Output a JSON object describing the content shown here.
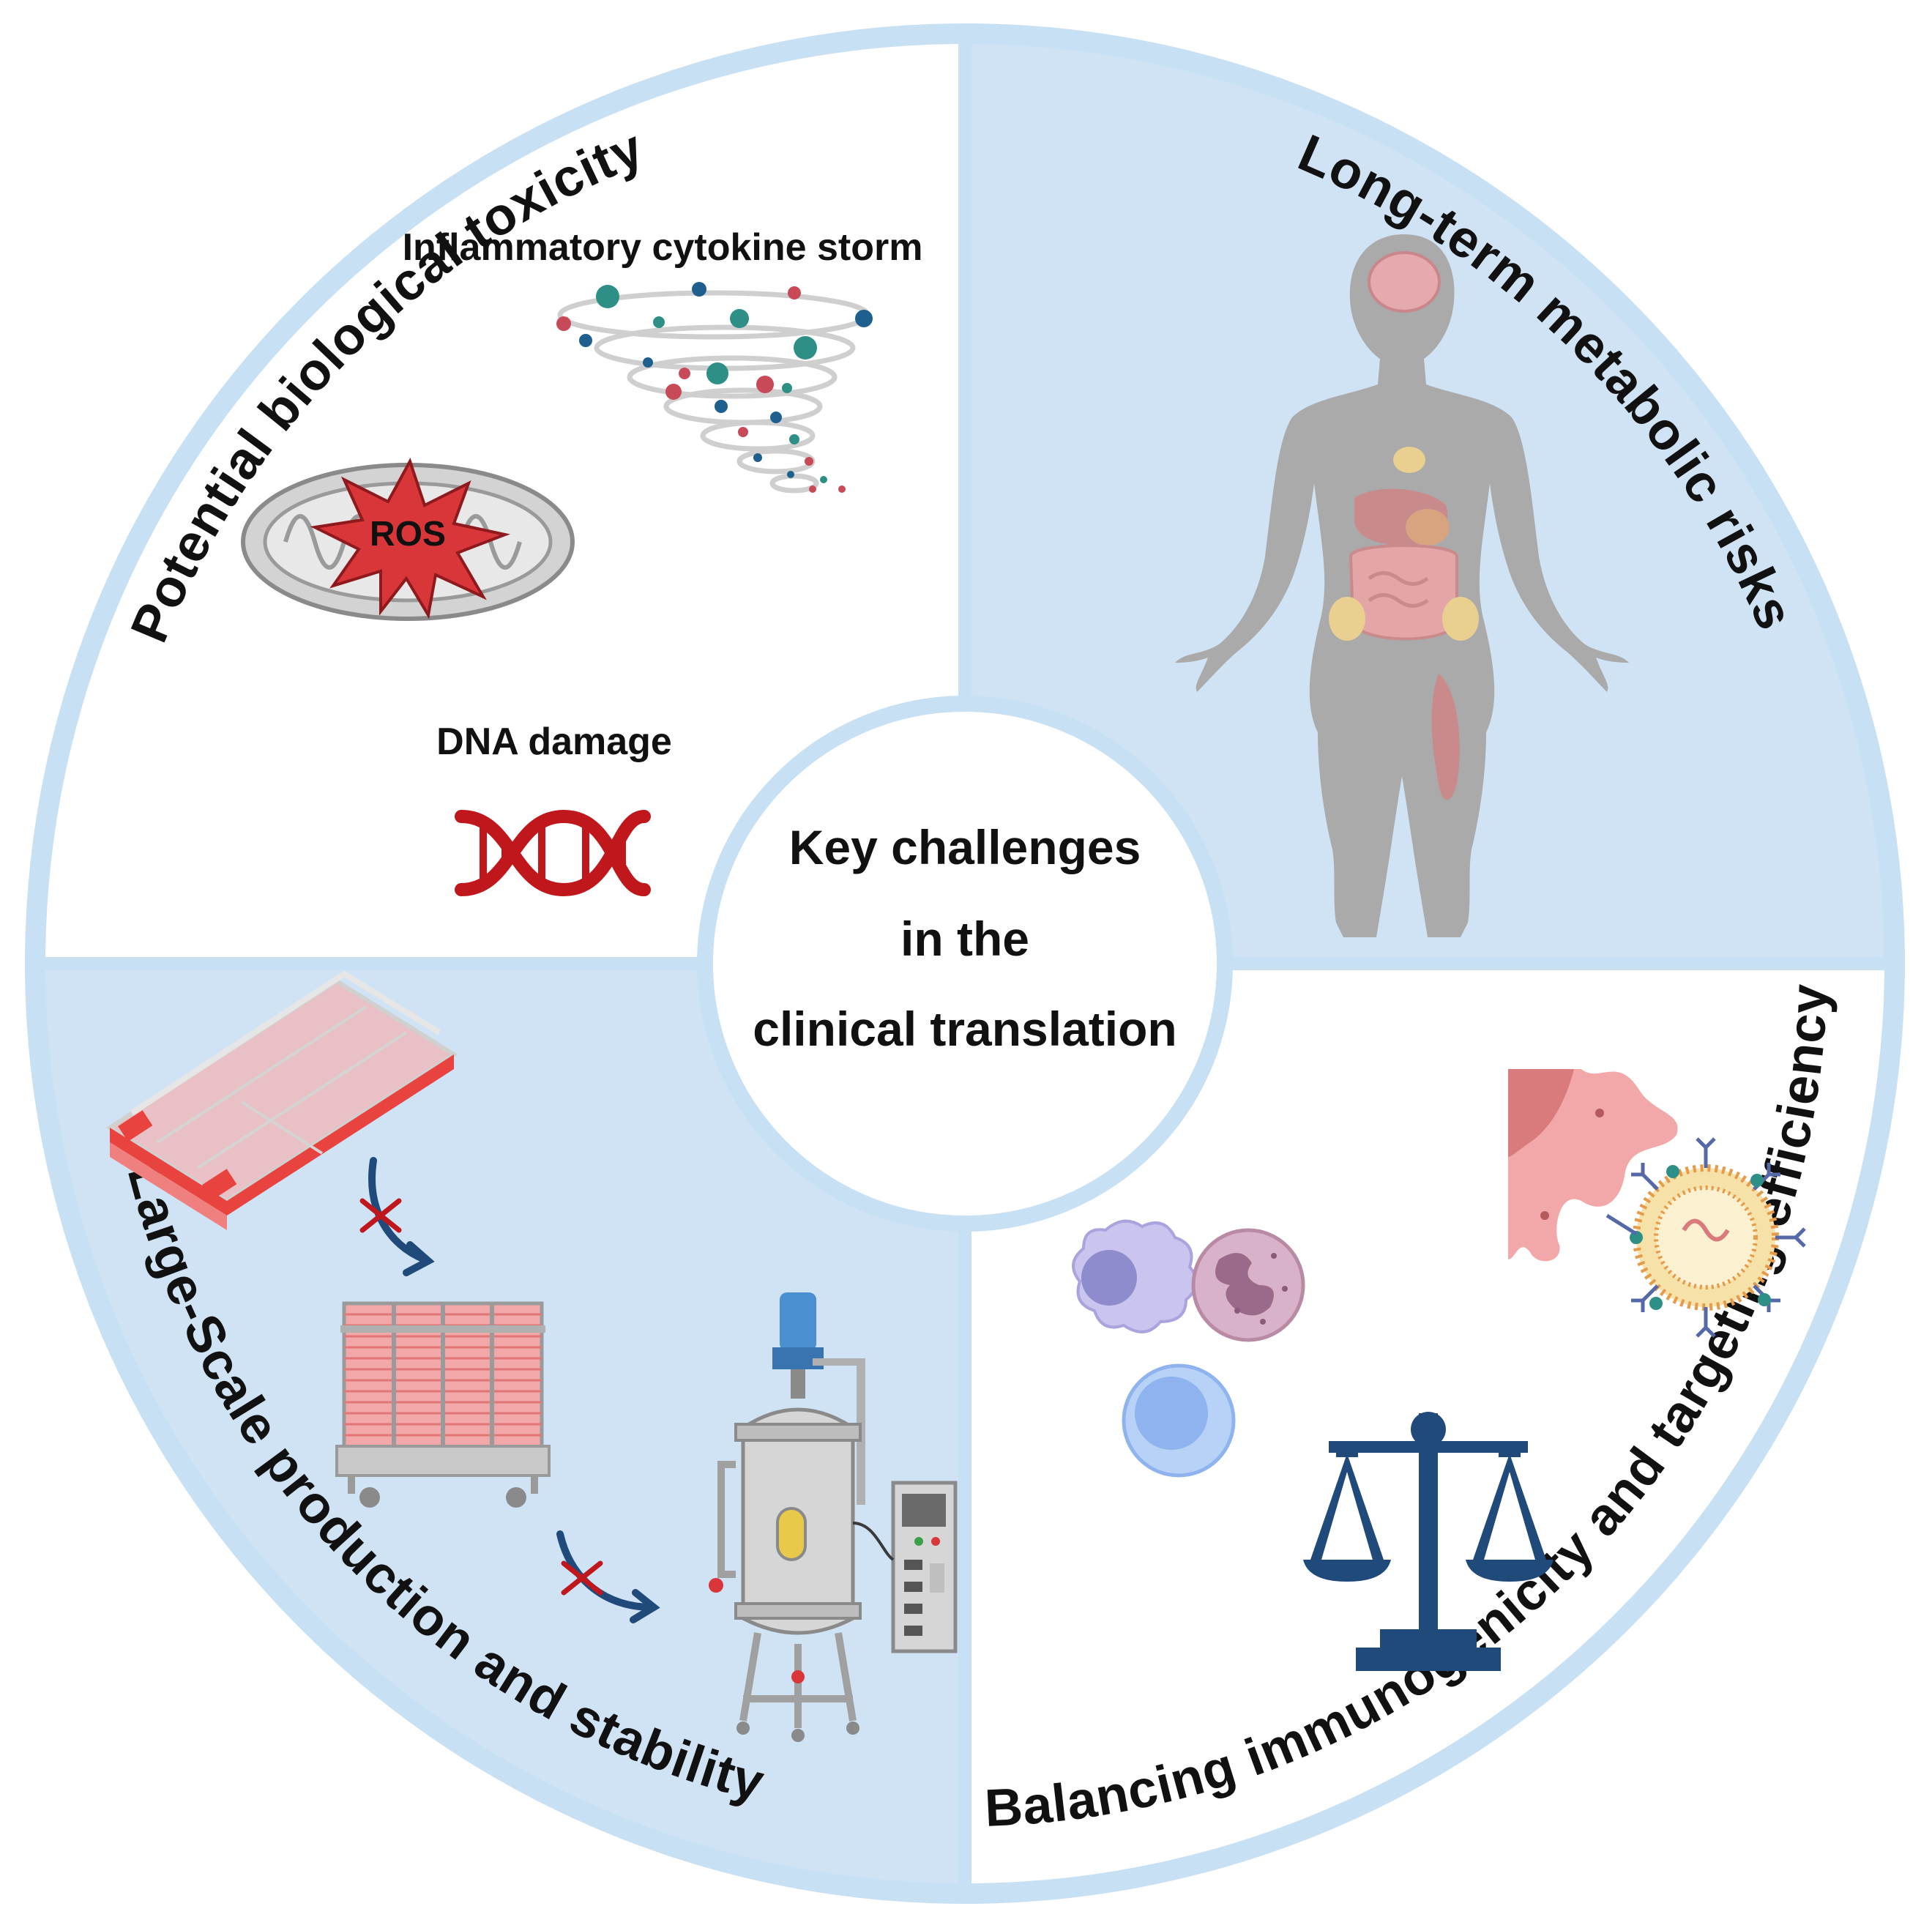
{
  "center": {
    "lines": [
      "Key challenges",
      "in the",
      "clinical translation"
    ]
  },
  "quadrants": {
    "top_left": {
      "title": "Potential biological toxicity",
      "items": {
        "cytokine": "Inflammatory cytokine storm",
        "ros": "ROS",
        "dna": "DNA damage"
      }
    },
    "top_right": {
      "title": "Long-term metabolic risks"
    },
    "bottom_right": {
      "title": "Balancing immunogenicity and targeting efficiency"
    },
    "bottom_left": {
      "title": "Large-Scale production and stability"
    }
  },
  "colors": {
    "quadrant_blue": "#cfe3f5",
    "ring_blue": "#c8e0f4",
    "scale_navy": "#1f4a7a",
    "dna_red": "#c0171c",
    "ros_red": "#d9363a",
    "arrow_blue": "#1f4a7a"
  },
  "icons": {
    "tornado": "cytokine-storm-icon",
    "mitochondrion": "mitochondrion-icon",
    "dna": "dna-helix-icon",
    "body": "human-body-icon",
    "cells": "immune-cells-icon",
    "nanoparticle": "nanoparticle-icon",
    "scale": "balance-scale-icon",
    "flask": "cell-culture-flask-icon",
    "stack": "cell-factory-stack-icon",
    "bioreactor": "bioreactor-icon"
  }
}
